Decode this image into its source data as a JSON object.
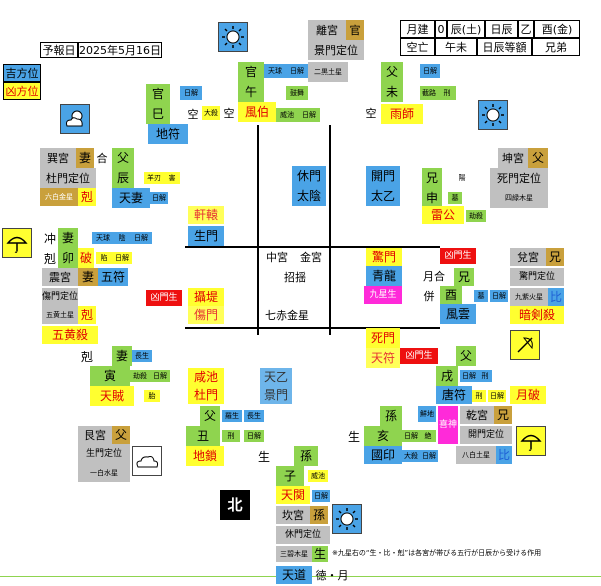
{
  "header": {
    "label": "予報日",
    "date": "2025年5月16日",
    "top_right": {
      "r1": [
        "月建",
        "0",
        "辰(土)",
        "日辰",
        "乙",
        "酉(金)"
      ],
      "r2": [
        "空亡",
        "午未",
        "日辰等額",
        "兄弟"
      ]
    }
  },
  "left_legend": {
    "good": "吉方位",
    "bad": "凶方位"
  },
  "south": {
    "palace": "離宮",
    "palace_tag": "官",
    "gate": "景門定位",
    "star": "二黒土星",
    "rel": "官",
    "branch": "午",
    "small": [
      "天球",
      "日解",
      "鼓舞"
    ],
    "god": "風伯",
    "small2": [
      "威池",
      "日解"
    ],
    "empty": "空",
    "rel2": "官",
    "branch2": "巳",
    "small3": [
      "日解",
      "大殺"
    ],
    "fu": "地符",
    "empty2": "空"
  },
  "southwest": {
    "rel": "父",
    "branch": "未",
    "small": [
      "日解",
      "截路",
      "刑"
    ],
    "god": "雨師",
    "empty": "空"
  },
  "east_south": {
    "palace": "巽宮",
    "rel": "妻",
    "mark": "合",
    "rel2": "父",
    "gate": "杜門定位",
    "branch": "辰",
    "small": [
      "羊刃",
      "害"
    ],
    "star": "六白金星",
    "kill": "剋",
    "god": "天妻",
    "small2": "日解",
    "extra": "軒轅"
  },
  "west_south": {
    "palace": "坤宮",
    "rel": "父",
    "gate": "死門定位",
    "star": "四緑木星",
    "rel2": "兄",
    "small": "陽",
    "branch": "申",
    "small2": [
      "墓",
      "劫殺"
    ],
    "god": "雷公"
  },
  "center": {
    "gate": "休門",
    "god": "太陰",
    "gate2": "開門",
    "god2": "太乙",
    "gate3": "生門",
    "palace": "中宮",
    "palace2": "金宮",
    "title": "招揺",
    "star": "七赤金星"
  },
  "east": {
    "mark": "冲",
    "kill": "剋",
    "rel": "妻",
    "branch": "卯",
    "small": [
      "天球",
      "陰",
      "日解"
    ],
    "break": "破",
    "small2": [
      "陷",
      "日解"
    ],
    "palace": "震宮",
    "rel2": "妻",
    "god": "五符",
    "gate": "傷門定位",
    "star": "五黄土星",
    "kill2": "剋",
    "bad": "五黄殺",
    "tag": "凶門生",
    "god2": "攝堤",
    "gate2": "傷門"
  },
  "west": {
    "gate": "驚門",
    "tag": "凶門生",
    "palace": "兌宮",
    "rel": "兄",
    "god": "青龍",
    "mark": "月合",
    "rel2": "兄",
    "gate2": "驚門定位",
    "star_tag": "九星生",
    "mark2": "併",
    "branch": "酉",
    "small": [
      "墓",
      "日解"
    ],
    "star": "九紫火星",
    "hi": "比",
    "god2": "風雲",
    "bad": "暗剣殺"
  },
  "northeast": {
    "kill": "剋",
    "rel": "妻",
    "small": "長生",
    "branch": "寅",
    "small2": [
      "劫殺",
      "日解"
    ],
    "god": "天賊",
    "small3": "胎",
    "palace": "艮宮",
    "rel2": "父",
    "gate": "生門定位",
    "star": "一白水星",
    "god2": "咸池",
    "gate2": "杜門"
  },
  "north": {
    "god": "天乙",
    "gate": "景門",
    "rel": "父",
    "small": [
      "羅生",
      "長生"
    ],
    "branch": "丑",
    "small2": [
      "刑",
      "日解"
    ],
    "god2": "地鎖",
    "sheng": "生",
    "rel2": "孫",
    "branch2": "子",
    "small3": "威池",
    "god3": "天関",
    "small4": "日解",
    "palace": "坎宮",
    "rel3": "孫",
    "gate2": "休門定位",
    "star": "三碧木星",
    "sheng2": "生",
    "road": "天道",
    "end": "徳・月",
    "dir": "北",
    "note": "※九星右の“生・比・剋”は各宮が帯びる五行が日辰から受ける作用"
  },
  "northwest": {
    "gate": "死門",
    "god": "天符",
    "tag": "凶門生",
    "rel": "父",
    "branch": "戌",
    "small": [
      "日解",
      "刑"
    ],
    "god2": "唐符",
    "small2": [
      "刑",
      "日解"
    ],
    "break": "月破",
    "sheng": "生",
    "rel2": "孫",
    "branch2": "亥",
    "small3": "鮮地",
    "tag2": "喜神",
    "small4": [
      "日解",
      "絶"
    ],
    "god3": "國印",
    "small5": [
      "大殺",
      "日解"
    ],
    "palace": "乾宮",
    "rel3": "兄",
    "gate2": "開門定位",
    "star": "八白土星",
    "hi": "比"
  },
  "colors": {
    "green": "#8fd44f",
    "blue": "#4aa3e6",
    "yellow": "#ffff30",
    "gray": "#c0c0c0",
    "tan": "#c9a03c",
    "red": "#ee1010",
    "magenta": "#ff2ad9"
  }
}
